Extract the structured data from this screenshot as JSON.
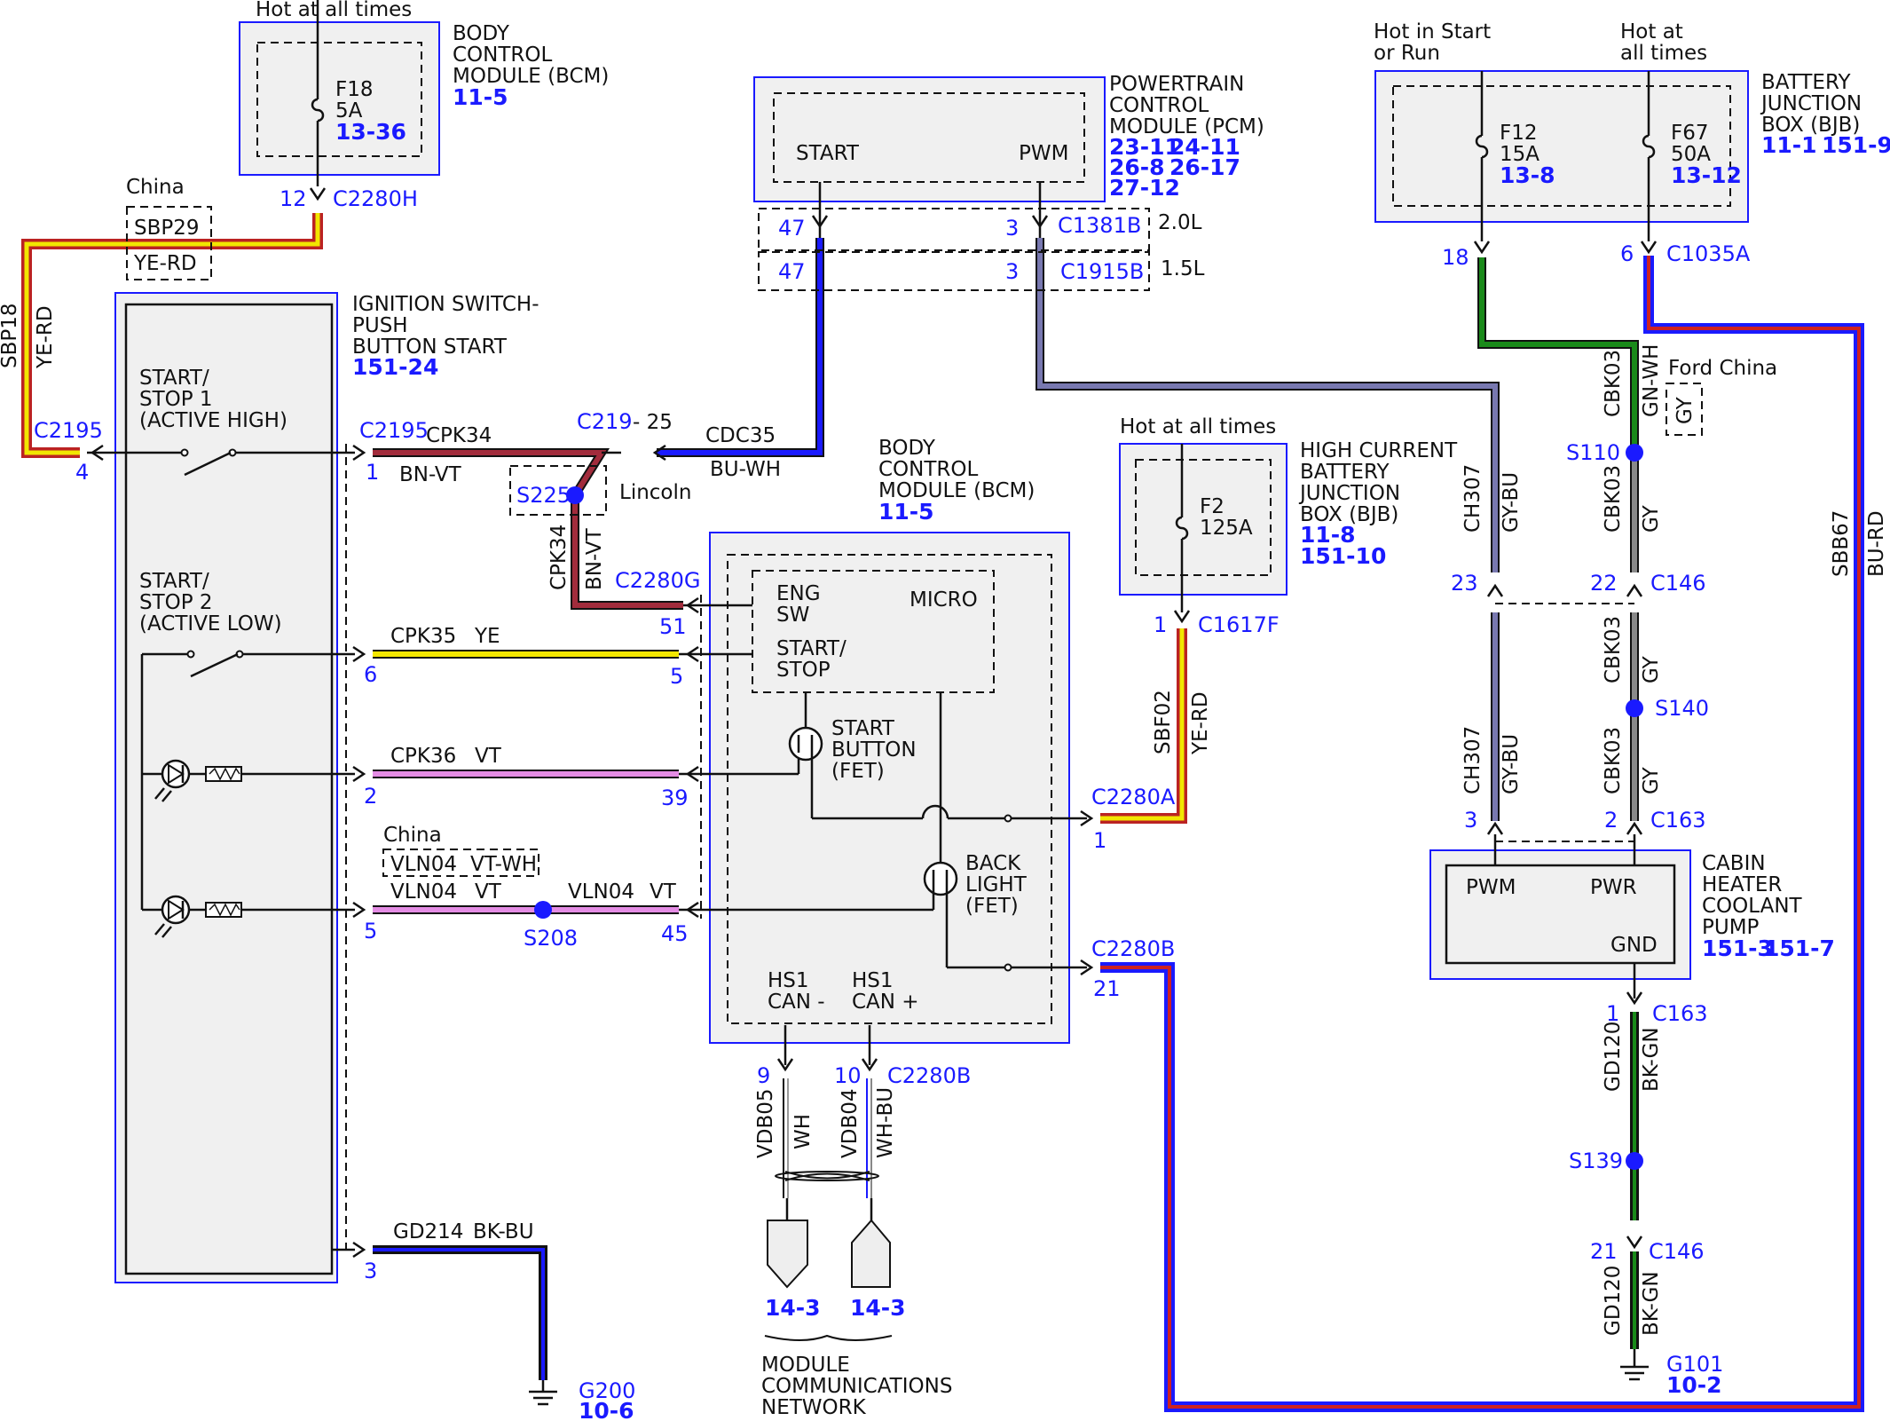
{
  "colors": {
    "label_blue": "#1a1aff",
    "box_fill": "#f0f0f0"
  },
  "fuses": {
    "bcm_top": {
      "hot": "Hot at all times",
      "name": "F18",
      "rating": "5A",
      "ref": "13-36"
    },
    "hcbjb": {
      "hot": "Hot at all times",
      "name": "F2",
      "rating": "125A"
    },
    "bjb_f12": {
      "hot1": "Hot in Start",
      "hot2": "or Run",
      "name": "F12",
      "rating": "15A",
      "ref": "13-8"
    },
    "bjb_f67": {
      "hot1": "Hot at",
      "hot2": "all times",
      "name": "F67",
      "rating": "50A",
      "ref": "13-12"
    }
  },
  "modules": {
    "bcm_top": {
      "l1": "BODY",
      "l2": "CONTROL",
      "l3": "MODULE (BCM)",
      "ref": "11-5"
    },
    "pcm": {
      "l1": "POWERTRAIN",
      "l2": "CONTROL",
      "l3": "MODULE (PCM)",
      "ref1": "23-11",
      "ref2": "24-11",
      "ref3": "26-8",
      "ref4": "26-17",
      "ref5": "27-12",
      "pin_start": "START",
      "pin_pwm": "PWM"
    },
    "bjb": {
      "l1": "BATTERY",
      "l2": "JUNCTION",
      "l3": "BOX (BJB)",
      "ref1": "11-1",
      "ref2": "151-9"
    },
    "ign": {
      "l1": "IGNITION SWITCH-",
      "l2": "PUSH",
      "l3": "BUTTON START",
      "ref": "151-24",
      "s1a": "START/",
      "s1b": "STOP 1",
      "s1c": "(ACTIVE HIGH)",
      "s2a": "START/",
      "s2b": "STOP 2",
      "s2c": "(ACTIVE LOW)"
    },
    "bcm_mid": {
      "l1": "BODY",
      "l2": "CONTROL",
      "l3": "MODULE (BCM)",
      "ref": "11-5",
      "eng1": "ENG",
      "eng2": "SW",
      "micro": "MICRO",
      "ss1": "START/",
      "ss2": "STOP",
      "sb1": "START",
      "sb2": "BUTTON",
      "sb3": "(FET)",
      "bl1": "BACK",
      "bl2": "LIGHT",
      "bl3": "(FET)",
      "hs1a": "HS1",
      "hs1b": "CAN -",
      "hs2a": "HS1",
      "hs2b": "CAN +"
    },
    "hcbjb": {
      "l1": "HIGH CURRENT",
      "l2": "BATTERY",
      "l3": "JUNCTION",
      "l4": "BOX (BJB)",
      "ref1": "11-8",
      "ref2": "151-10"
    },
    "pump": {
      "l1": "CABIN",
      "l2": "HEATER",
      "l3": "COOLANT",
      "l4": "PUMP",
      "ref1": "151-3",
      "ref2": "151-7",
      "pwm": "PWM",
      "pwr": "PWR",
      "gnd": "GND"
    },
    "net": {
      "l1": "MODULE",
      "l2": "COMMUNICATIONS",
      "l3": "NETWORK",
      "ref1": "14-3",
      "ref2": "14-3"
    }
  },
  "connectors": {
    "c2280h": "C2280H",
    "c2280h_pin": "12",
    "c2195_l": "C2195",
    "c2195_l_pin": "4",
    "c2195_r": "C2195",
    "c2195_r_pin": "1",
    "c219": "C219",
    "c219_pin": "- 25",
    "c1381b": "C1381B",
    "c1381b_pin_a": "47",
    "c1381b_pin_b": "3",
    "engine_20": "2.0L",
    "c1915b": "C1915B",
    "c1915b_pin_a": "47",
    "c1915b_pin_b": "3",
    "engine_15": "1.5L",
    "c2280g": "C2280G",
    "c2280g_pin": "51",
    "pin6": "6",
    "pin5": "5",
    "pin2": "2",
    "pin39": "39",
    "pin5b": "5",
    "pin45": "45",
    "pin3": "3",
    "c1617f": "C1617F",
    "c1617f_pin": "1",
    "c2280a": "C2280A",
    "c2280a_pin": "1",
    "c2280b": "C2280B",
    "c2280b_pin": "21",
    "c2280b_bot": "C2280B",
    "pin9": "9",
    "pin10": "10",
    "c1035a": "C1035A",
    "c1035a_pin_a": "18",
    "c1035a_pin_b": "6",
    "c146_top": "C146",
    "c146_top_pin_a": "23",
    "c146_top_pin_b": "22",
    "c163_top": "C163",
    "c163_top_pin_a": "3",
    "c163_top_pin_b": "2",
    "c163_bot": "C163",
    "c163_bot_pin": "1",
    "c146_bot": "C146",
    "c146_bot_pin": "21"
  },
  "splices": {
    "s225": "S225",
    "s208": "S208",
    "s110": "S110",
    "s140": "S140",
    "s139": "S139"
  },
  "grounds": {
    "g200": "G200",
    "g200_ref": "10-6",
    "g101": "G101",
    "g101_ref": "10-2"
  },
  "wires": {
    "sbp29": "SBP29",
    "yerd_china": "YE-RD",
    "china1": "China",
    "sbp18": "SBP18",
    "sbp18_color": "YE-RD",
    "cpk34": "CPK34",
    "bnvt": "BN-VT",
    "cpk34_v": "CPK34",
    "bnvt_v": "BN-VT",
    "lincoln": "Lincoln",
    "cdc35": "CDC35",
    "buwh": "BU-WH",
    "cpk35": "CPK35",
    "ye": "YE",
    "cpk36": "CPK36",
    "vt": "VT",
    "china2": "China",
    "vln04_ch": "VLN04",
    "vtwh": "VT-WH",
    "vln04_a": "VLN04",
    "vt_a": "VT",
    "vln04_b": "VLN04",
    "vt_b": "VT",
    "gd214": "GD214",
    "bkbu": "BK-BU",
    "sbf02": "SBF02",
    "sbf02_color": "YE-RD",
    "sbb67": "SBB67",
    "burd": "BU-RD",
    "vdb05": "VDB05",
    "wh": "WH",
    "vdb04": "VDB04",
    "whbu": "WH-BU",
    "ch307_a": "CH307",
    "gybu_a": "GY-BU",
    "ch307_b": "CH307",
    "gybu_b": "GY-BU",
    "cbk03_a": "CBK03",
    "gnwh": "GN-WH",
    "gy_china": "GY",
    "ford_china": "Ford China",
    "cbk03_b": "CBK03",
    "gy_b": "GY",
    "cbk03_c": "CBK03",
    "gy_c": "GY",
    "cbk03_d": "CBK03",
    "gy_d": "GY",
    "gd120_a": "GD120",
    "bkgn_a": "BK-GN",
    "gd120_b": "GD120",
    "bkgn_b": "BK-GN"
  }
}
